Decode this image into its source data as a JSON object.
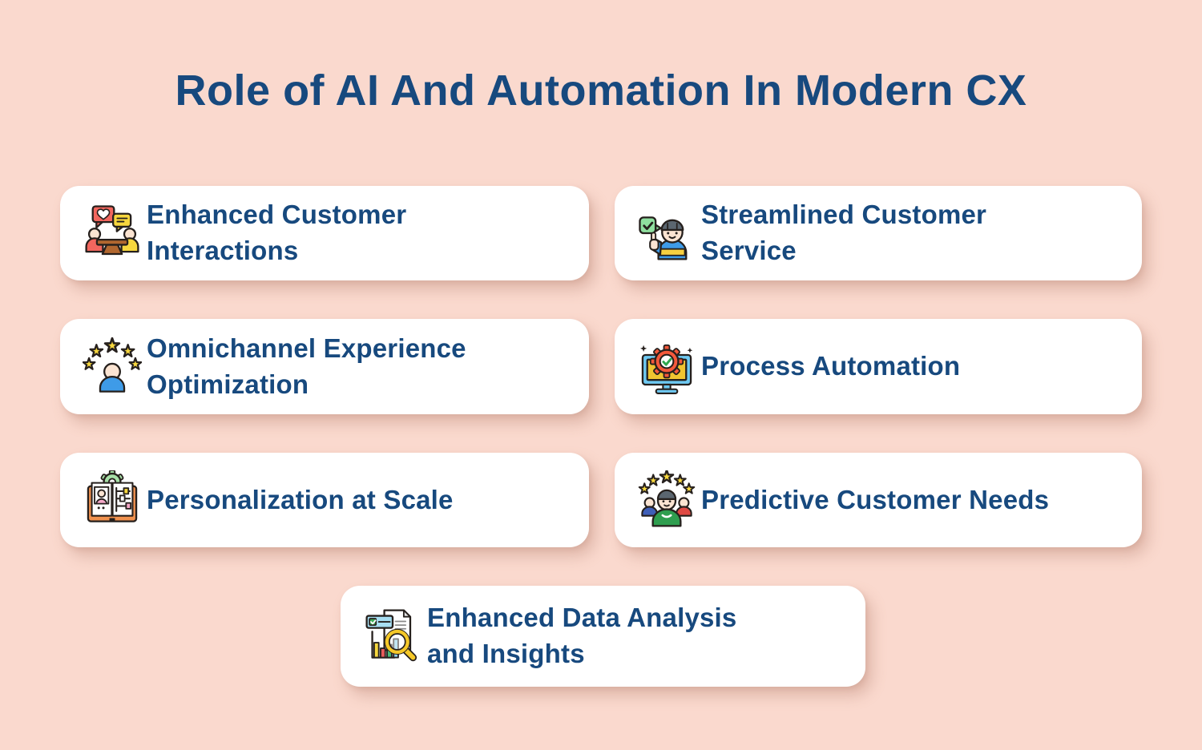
{
  "header": {
    "title": "Role of AI And Automation In Modern CX"
  },
  "palette": {
    "background": "#FAD9CE",
    "card_background": "#FFFFFF",
    "heading_text": "#17497E",
    "card_text": "#17497E",
    "icon_red": "#F2665E",
    "icon_yellow": "#F7D73E",
    "icon_gold": "#F0C430",
    "icon_blue": "#3E9BE8",
    "icon_sky_blue": "#6EC9F2",
    "icon_green": "#2F9E4F",
    "icon_light_green": "#8FDF9F",
    "icon_orange_red": "#F4593B",
    "icon_orange": "#F0914E",
    "icon_brown": "#B2672F",
    "icon_pink": "#F4A8C8",
    "icon_skin": "#FBE4D2",
    "icon_outline": "#26201d"
  },
  "cards": [
    {
      "label": "Enhanced Customer\nInteractions",
      "icon": "people-table-chat-icon"
    },
    {
      "label": "Streamlined Customer\nService",
      "icon": "support-agent-thumbs-up-icon"
    },
    {
      "label": "Omnichannel Experience\nOptimization",
      "icon": "person-five-stars-icon"
    },
    {
      "label": "Process Automation",
      "icon": "monitor-gear-check-icon"
    },
    {
      "label": "Personalization at Scale",
      "icon": "open-book-profile-gear-icon"
    },
    {
      "label": "Predictive Customer Needs",
      "icon": "people-rating-stars-icon"
    },
    {
      "label": "Enhanced Data Analysis\nand Insights",
      "icon": "document-chart-magnifier-icon"
    }
  ]
}
